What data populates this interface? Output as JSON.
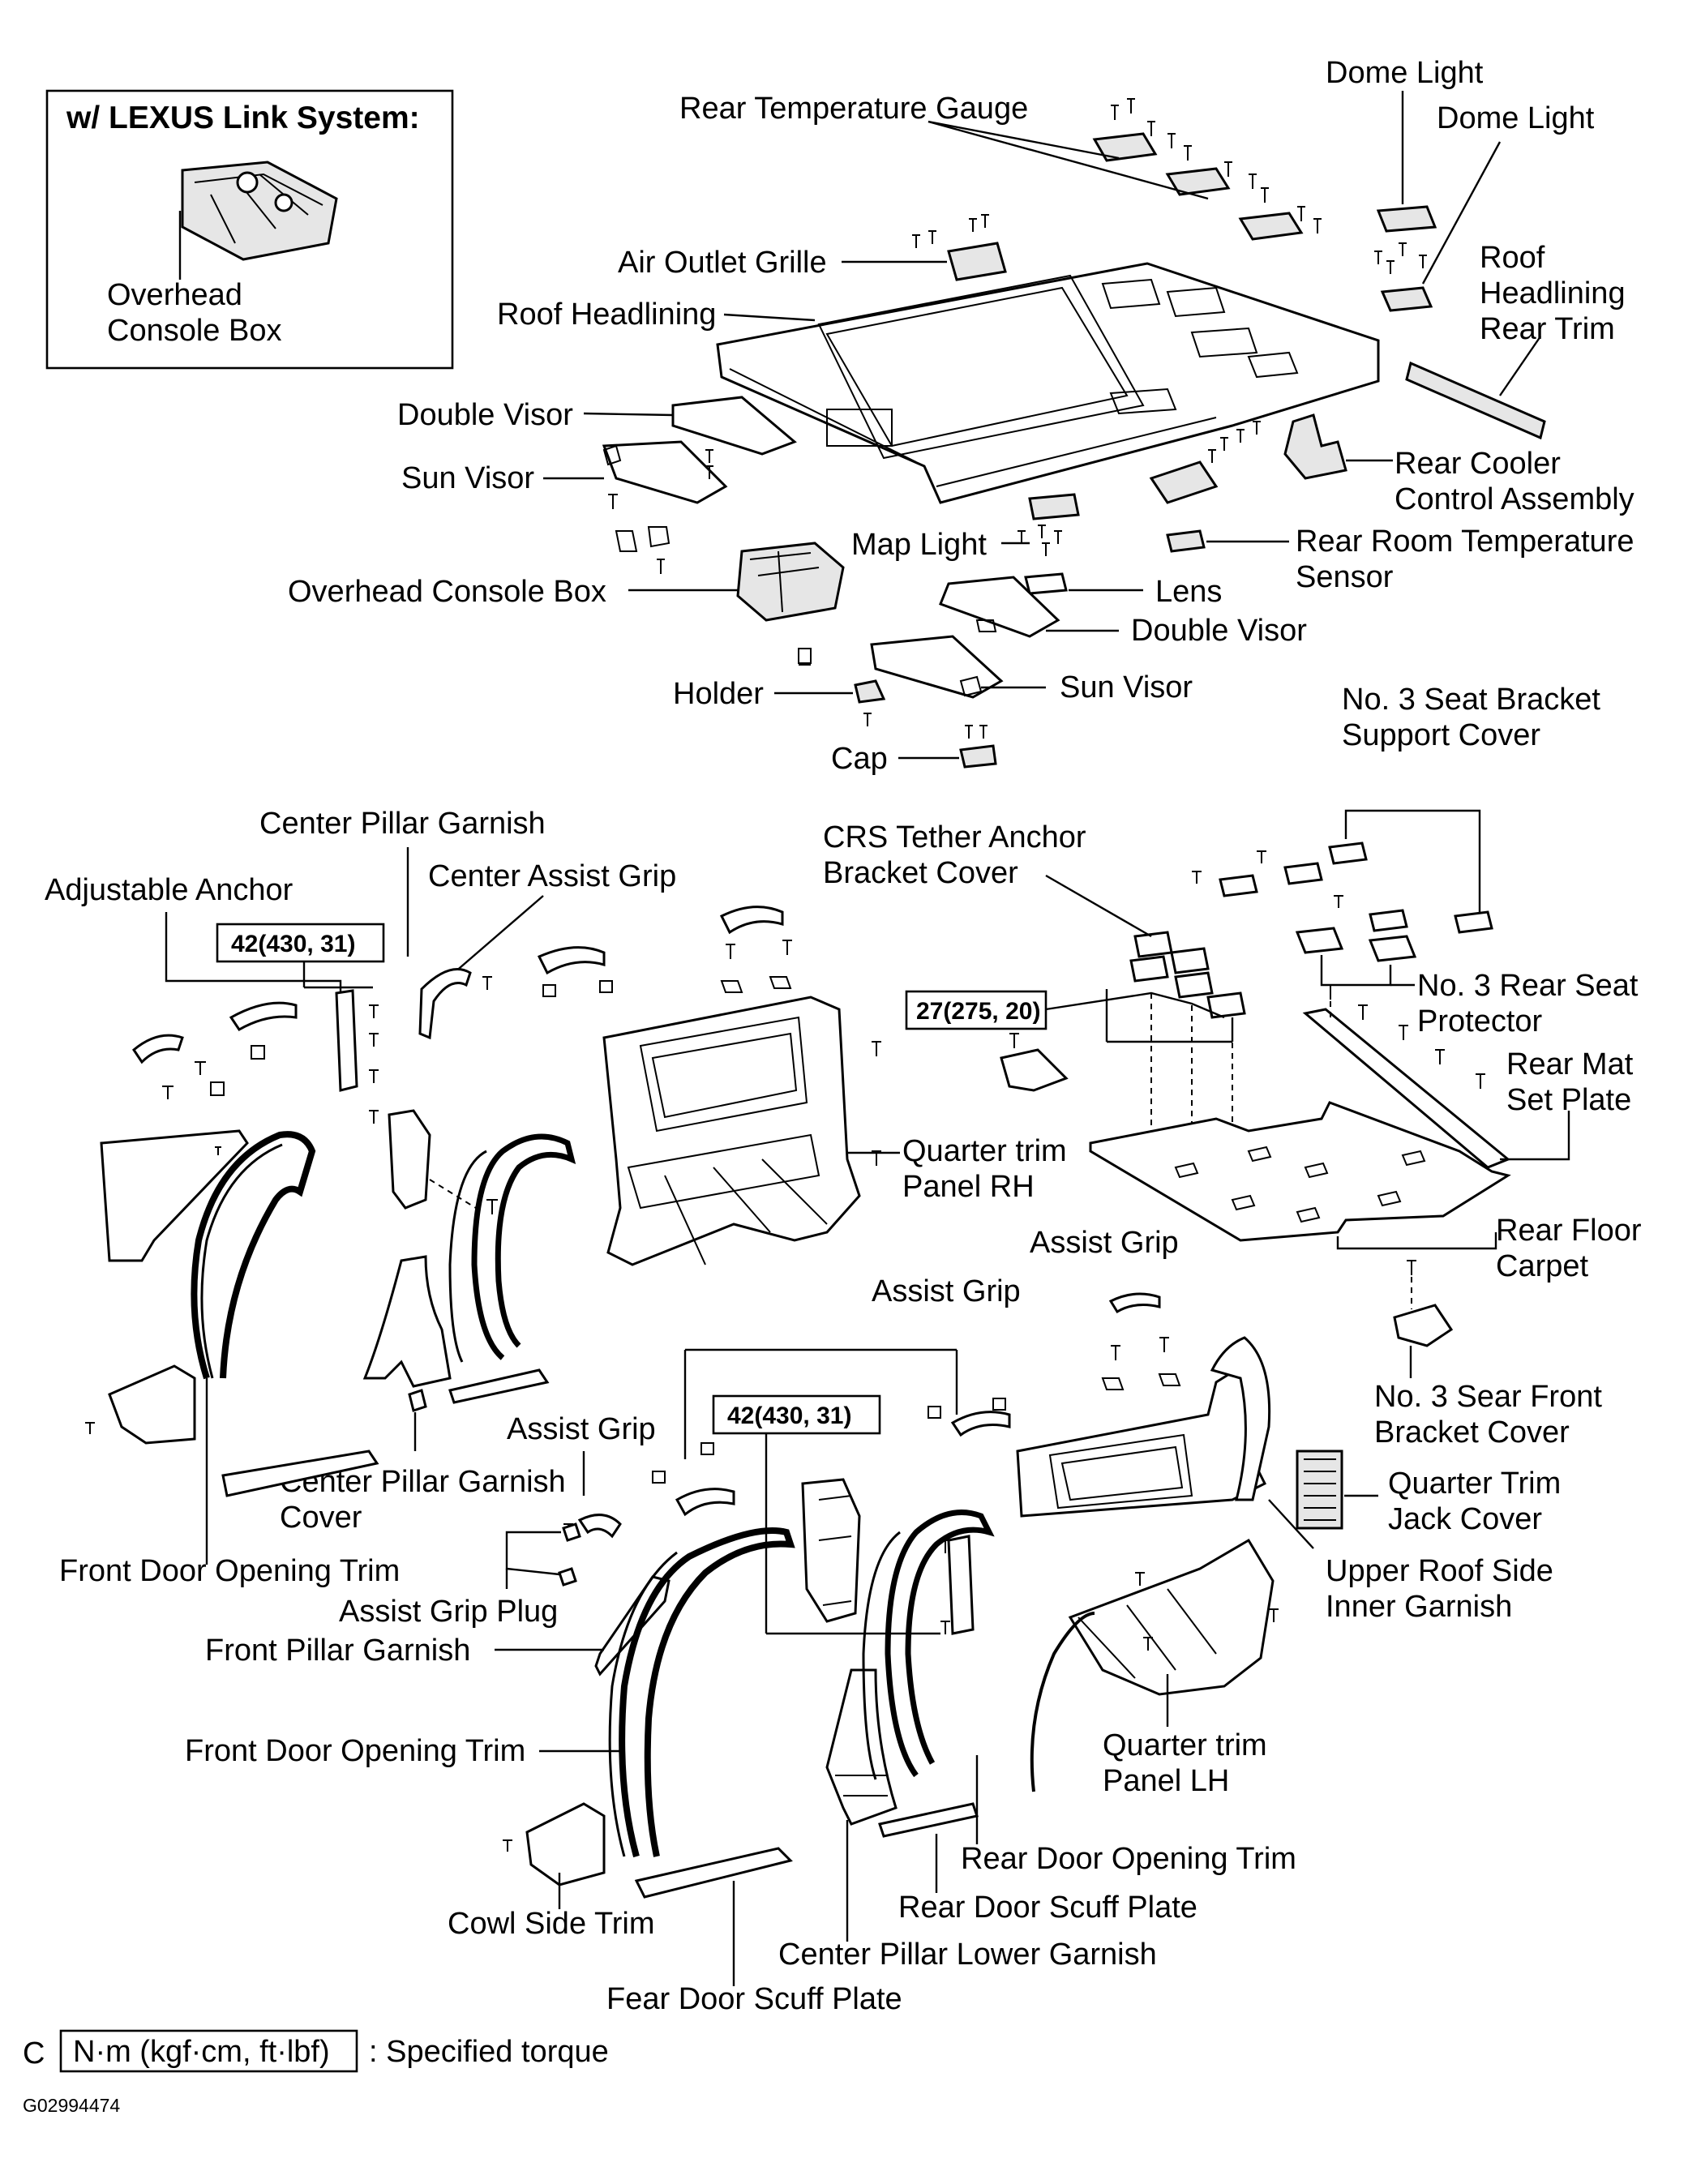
{
  "inset": {
    "title": "w/ LEXUS Link System:",
    "part_label": "Overhead\nConsole Box"
  },
  "labels": {
    "rear_temperature_gauge": "Rear Temperature Gauge",
    "dome_light_1": "Dome Light",
    "dome_light_2": "Dome Light",
    "air_outlet_grille": "Air Outlet Grille",
    "roof_headlining": "Roof Headlining",
    "roof_headlining_rear_trim": "Roof\nHeadlining\nRear Trim",
    "double_visor_top": "Double Visor",
    "sun_visor_top": "Sun Visor",
    "rear_cooler_control": "Rear Cooler\nControl Assembly",
    "map_light": "Map Light",
    "rear_room_temp_sensor": "Rear Room Temperature\nSensor",
    "overhead_console_box": "Overhead Console Box",
    "lens": "Lens",
    "double_visor_bottom": "Double Visor",
    "holder": "Holder",
    "sun_visor_bottom": "Sun Visor",
    "cap": "Cap",
    "no3_seat_bracket_support_cover": "No. 3 Seat Bracket\nSupport Cover",
    "center_pillar_garnish": "Center Pillar Garnish",
    "crs_tether_anchor_cover": "CRS Tether Anchor\nBracket Cover",
    "center_assist_grip": "Center Assist Grip",
    "adjustable_anchor": "Adjustable Anchor",
    "no3_rear_seat_protector": "No. 3 Rear Seat\nProtector",
    "rear_mat_set_plate": "Rear  Mat\nSet Plate",
    "quarter_trim_panel_rh": "Quarter trim\nPanel RH",
    "rear_floor_carpet": "Rear Floor\nCarpet",
    "assist_grip_1": "Assist Grip",
    "assist_grip_2": "Assist Grip",
    "no3_sear_front_bracket_cover": "No. 3 Sear Front\nBracket Cover",
    "assist_grip_3": "Assist Grip",
    "center_pillar_garnish_cover": "Center Pillar Garnish\nCover",
    "quarter_trim_jack_cover": "Quarter Trim\nJack Cover",
    "front_door_opening_trim_1": "Front Door Opening Trim",
    "upper_roof_side_inner_garnish": "Upper Roof Side\nInner Garnish",
    "assist_grip_plug": "Assist Grip Plug",
    "front_pillar_garnish": "Front Pillar Garnish",
    "front_door_opening_trim_2": "Front Door Opening Trim",
    "quarter_trim_panel_lh": "Quarter trim\nPanel LH",
    "rear_door_opening_trim": "Rear Door Opening Trim",
    "rear_door_scuff_plate": "Rear Door Scuff Plate",
    "cowl_side_trim": "Cowl Side Trim",
    "center_pillar_lower_garnish": "Center Pillar Lower Garnish",
    "fear_door_scuff_plate": "Fear Door Scuff Plate"
  },
  "torques": {
    "t1": "42(430, 31)",
    "t2": "27(275, 20)",
    "t3": "42(430, 31)"
  },
  "legend": {
    "prefix": "C",
    "unit": "N·m (kgf·cm, ft·lbf)",
    "text": ": Specified torque"
  },
  "figure_code": "G02994474"
}
